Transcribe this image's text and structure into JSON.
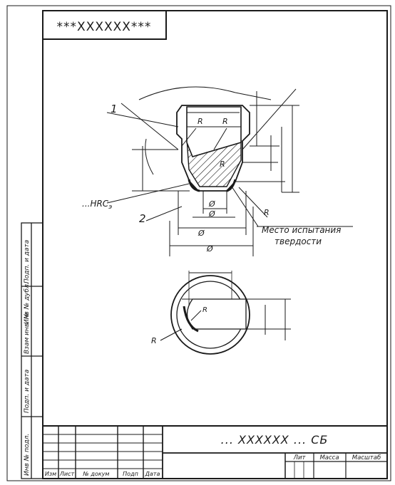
{
  "header": {
    "code": "***XXXXXX***"
  },
  "drawing": {
    "callouts": {
      "part1": "1",
      "part2": "2"
    },
    "hardness_label": "...HRC",
    "hardness_subscript": "э",
    "radius_label": "R",
    "diameter_label": "Ø",
    "note_line1": "Место испытания",
    "note_line2": "твердости"
  },
  "title_block": {
    "designation": "... XXXXXX ... СБ",
    "cols": [
      "Изм",
      "Лист",
      "№ докум",
      "Подп",
      "Дата"
    ],
    "right_cols": [
      "Лит",
      "Масса",
      "Масштаб"
    ]
  },
  "side_strip": [
    "Инв № подл.",
    "Подп. и дата",
    "Взам инв. №",
    "Инв № дубл.",
    "Подп. и дата"
  ],
  "colors": {
    "ink": "#1a1a1a",
    "paper": "#ffffff"
  }
}
